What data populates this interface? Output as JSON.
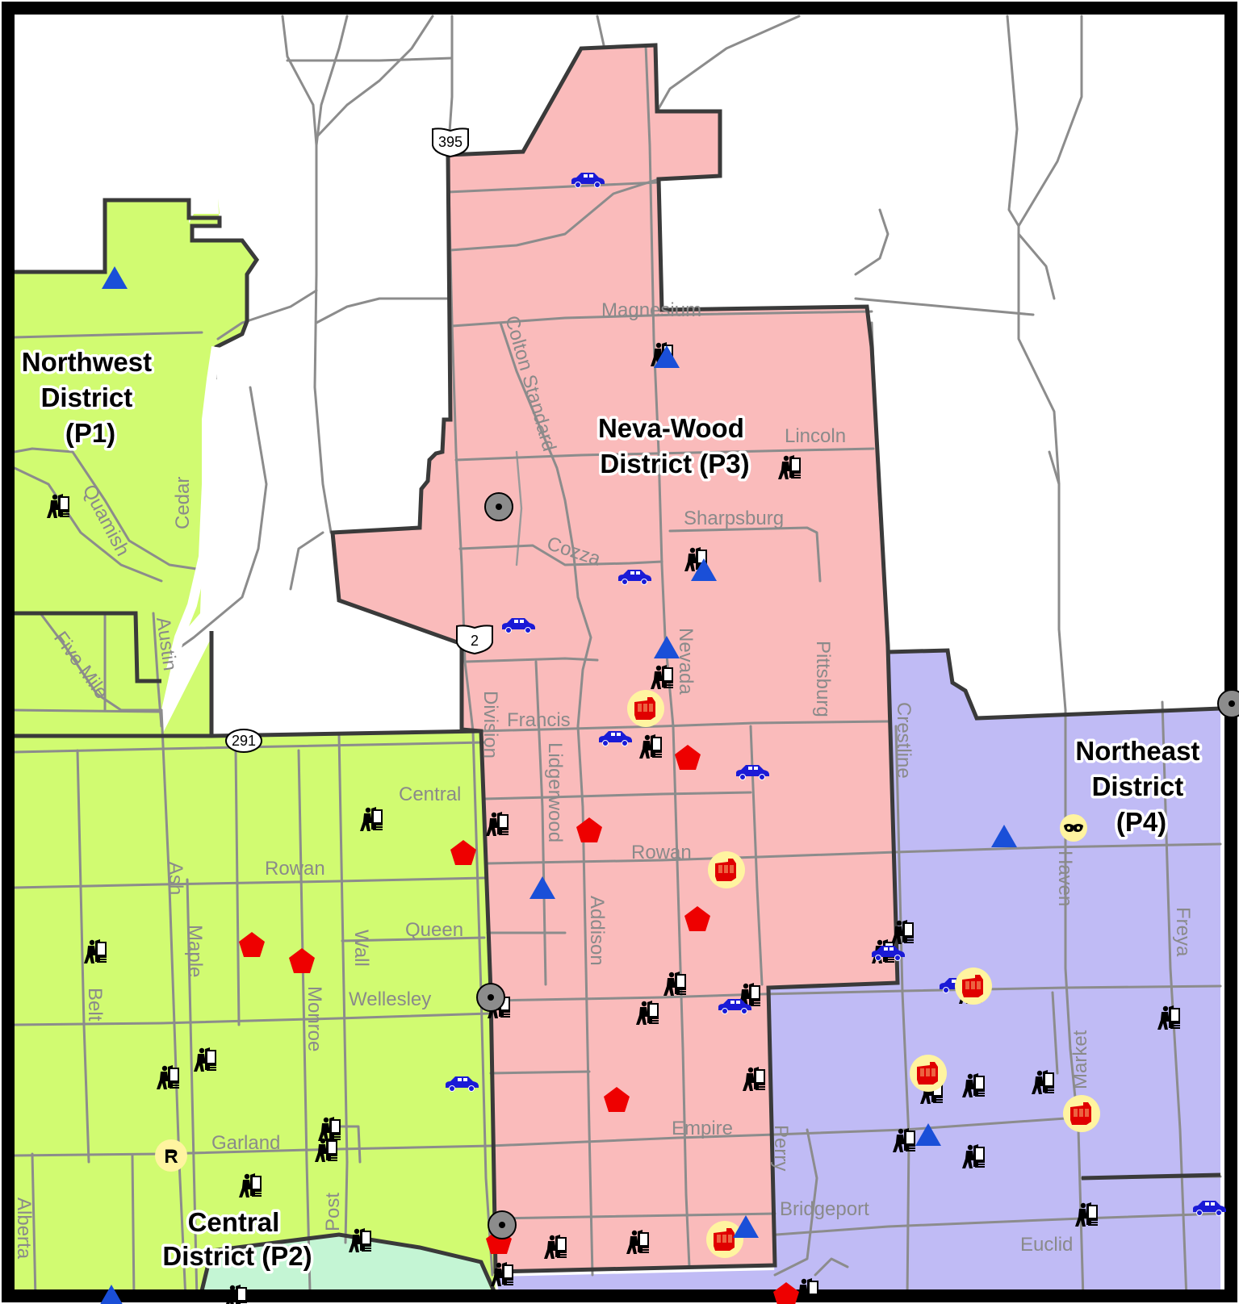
{
  "districts": [
    {
      "id": "p1",
      "lines": [
        "Northwest",
        "District",
        "(P1)"
      ],
      "color": "#d1fb71"
    },
    {
      "id": "p2",
      "lines": [
        "Central",
        "District (P2)"
      ],
      "color": "#d1fb71"
    },
    {
      "id": "p3",
      "lines": [
        "Neva-Wood",
        "District (P3)"
      ],
      "color": "#fabbbb"
    },
    {
      "id": "p4",
      "lines": [
        "Northeast",
        "District",
        "(P4)"
      ],
      "color": "#c0bbf5"
    }
  ],
  "streets": {
    "magnesium": "Magnesium",
    "colton": "Colton Standard",
    "lincoln": "Lincoln",
    "sharpsburg": "Sharpsburg",
    "cozza": "Cozza",
    "nevada": "Nevada",
    "pittsburg": "Pittsburg",
    "crestline": "Crestline",
    "francis": "Francis",
    "division": "Division",
    "lidgerwood": "Lidgerwood",
    "central": "Central",
    "rowan_w": "Rowan",
    "rowan_e": "Rowan",
    "queen": "Queen",
    "wall": "Wall",
    "wellesley": "Wellesley",
    "ash": "Ash",
    "maple": "Maple",
    "monroe": "Monroe",
    "belt": "Belt",
    "addison": "Addison",
    "haven": "Haven",
    "freya": "Freya",
    "market": "Market",
    "empire": "Empire",
    "perry": "Perry",
    "bridgeport": "Bridgeport",
    "euclid": "Euclid",
    "garland": "Garland",
    "post": "Post",
    "alberta": "Alberta",
    "quamish": "Quamish",
    "cedar": "Cedar",
    "five_mile": "Five Mile",
    "austin": "Austin"
  },
  "highways": {
    "us395": "395",
    "us2": "2",
    "sr291": "291"
  },
  "colors": {
    "boundary": "#3a3a3a",
    "road": "#8c8c8c",
    "burglary": "#000000",
    "vehicle": "#1a1ad6",
    "triangle": "#1a4fd8",
    "pentagon": "#ee0000",
    "badge": "#fff4a0",
    "p5": "#c4f5d4"
  },
  "icon_types": [
    "burglary-icon",
    "stolen-vehicle-icon",
    "assault-fist-icon",
    "robbery-mask-icon",
    "pentagon-marker",
    "triangle-marker",
    "target-circle-icon",
    "r-badge-icon"
  ]
}
